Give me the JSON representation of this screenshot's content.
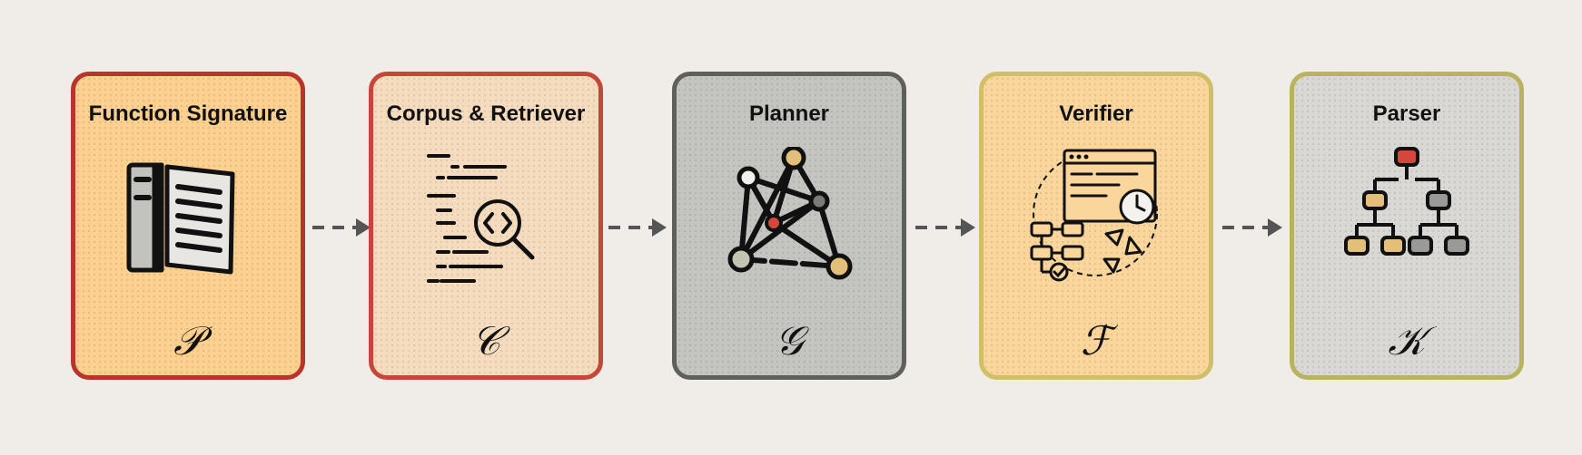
{
  "stages": [
    {
      "title": "Function Signature",
      "symbol": "𝒫",
      "icon": "open-book-icon",
      "border": "#b8352c",
      "fill": "#fcd08e"
    },
    {
      "title": "Corpus & Retriever",
      "symbol": "𝒞",
      "icon": "code-search-icon",
      "border": "#c4473a",
      "fill": "#f6dcbf"
    },
    {
      "title": "Planner",
      "symbol": "𝒢",
      "icon": "graph-network-icon",
      "border": "#5f5f5c",
      "fill": "#c4c4c1"
    },
    {
      "title": "Verifier",
      "symbol": "ℱ",
      "icon": "workflow-verify-icon",
      "border": "#cfc067",
      "fill": "#fbd69c"
    },
    {
      "title": "Parser",
      "symbol": "𝒦",
      "icon": "tree-hierarchy-icon",
      "border": "#b9b360",
      "fill": "#d9d8d5"
    }
  ],
  "colors": {
    "arrow": "#555555",
    "accent_red": "#d4473a",
    "accent_tan": "#e3c07a",
    "node_gray": "#8a8a87"
  }
}
